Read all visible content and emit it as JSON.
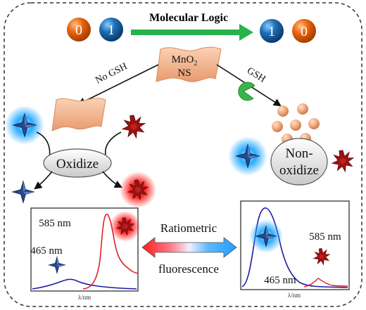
{
  "title": "Molecular Logic",
  "logic": {
    "inputs": [
      "0",
      "1"
    ],
    "outputs": [
      "1",
      "0"
    ]
  },
  "nanosheet": {
    "line1": "MnO",
    "subscript": "2",
    "line2": "NS"
  },
  "branches": {
    "left": "No GSH",
    "right": "GSH"
  },
  "states": {
    "oxidize": "Oxidize",
    "nonoxidize_line1": "Non-",
    "nonoxidize_line2": "oxidize"
  },
  "spectra": {
    "left": {
      "peak_label_high": "585 nm",
      "peak_label_low": "465 nm",
      "axis_label": "λ/nm"
    },
    "right": {
      "peak_label_high": "585 nm",
      "peak_label_low": "465 nm",
      "axis_label": "λ/nm"
    }
  },
  "middle": {
    "line1": "Ratiometric",
    "line2": "fluorescence"
  },
  "colors": {
    "orange_ball": "#e8650f",
    "blue_ball": "#1f6fb5",
    "arrow_green": "#27b34a",
    "nanosheet": "#f2b08a",
    "blue_star": "#27488a",
    "blue_glow": "#1fa8ff",
    "red_star": "#9a1212",
    "red_glow": "#ff1a1a",
    "spectrum_blue": "#1a1aa6",
    "spectrum_red": "#e0202a",
    "gsh_green": "#3ab54a"
  }
}
